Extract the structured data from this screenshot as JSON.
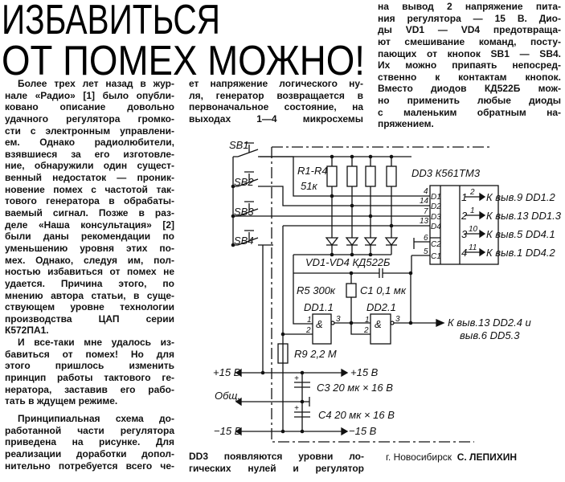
{
  "title": {
    "line1": "ИЗБАВИТЬСЯ",
    "line2": "ОТ ПОМЕХ МОЖНО!"
  },
  "column1": {
    "p1": [
      "Более трех лет назад в жур-",
      "нале «Радио» [1] было опубли-",
      "ковано описание довольно",
      "удачного регулятора громко-",
      "сти с электронным управлени-",
      "ем. Однако радиолюбители,",
      "взявшиеся за его изготовле-",
      "ние, обнаружили один сущест-",
      "венный недостаток — проник-",
      "новение помех с частотой так-",
      "тового генератора в обрабаты-",
      "ваемый сигнал. Позже в раз-",
      "деле «Наша консультация» [2]",
      "были даны рекомендации по",
      "уменьшению уровня этих по-",
      "мех. Однако, следуя им, пол-",
      "ностью избавиться от помех не",
      "удается. Причина этого, по",
      "мнению автора статьи, в суще-",
      "ствующем уровне технологии",
      "производства ЦАП серии",
      "К572ПА1."
    ],
    "p2": [
      "И все-таки мне удалось из-",
      "бавиться от помех! Но для",
      "этого пришлось изменить",
      "принцип работы тактового ге-",
      "нератора, заставив его рабо-",
      "тать в ждущем режиме."
    ],
    "p3": [
      "Принципиальная схема до-",
      "работанной части регулятора",
      "приведена на рисунке. Для",
      "реализации доработки допол-",
      "нительно потребуется всего че-"
    ]
  },
  "column2_top": [
    "ет напряжение логического ну-",
    "ля, генератор возвращается в",
    "первоначальное состояние, на",
    "выходах 1—4 микросхемы"
  ],
  "column2_bottom": [
    "DD3 появляются уровни ло-",
    "гических нулей и регулятор"
  ],
  "column3": [
    "на вывод 2 напряжение пита-",
    "ния регулятора — 15 В. Дио-",
    "ды VD1 — VD4 предотвраща-",
    "ют смешивание команд, посту-",
    "пающих от кнопок SB1 — SB4.",
    "Их можно припаять непосред-",
    "ственно к контактам кнопок.",
    "Вместо диодов КД522Б мож-",
    "но применить любые диоды",
    "с маленьким обратным на-",
    "пряжением."
  ],
  "signature": {
    "city": "г. Новосибирск",
    "author": "С. ЛЕПИХИН"
  },
  "schematic": {
    "switches": [
      "SB1",
      "SB2",
      "SB3",
      "SB4"
    ],
    "resistors_label": "R1-R4",
    "resistors_value": "51к",
    "chip_label": "DD3  К561ТМ3",
    "chip_inputs": [
      "D1",
      "D2",
      "D3",
      "D4",
      "C2",
      "C1"
    ],
    "chip_input_pins": [
      "4",
      "14",
      "7",
      "13",
      "6",
      "5"
    ],
    "chip_outputs": [
      "1",
      "2",
      "3",
      "4"
    ],
    "chip_output_pins": [
      "2",
      "1",
      "10",
      "11"
    ],
    "outputs": [
      "К выв.9 DD1.2",
      "К выв.13 DD1.3",
      "К выв.5 DD4.1",
      "К выв.1 DD4.2"
    ],
    "diodes_label": "VD1-VD4  КД522Б",
    "r5": "R5  300к",
    "c1": "C1  0,1 мк",
    "gate1": "DD1.1",
    "gate2": "DD2.1",
    "gate_symbol": "&",
    "gate_pins": [
      "1",
      "2",
      "3"
    ],
    "gate_output_line1": "К выв.13 DD2.4 и",
    "gate_output_line2": "выв.6 DD5.3",
    "r9": "R9   2,2 М",
    "plus15": "+15 В",
    "common": "Общ.",
    "minus15": "−15 В",
    "c3": "C3   20 мк × 16 В",
    "c4": "C4  20 мк × 16 В",
    "plus_sign": "+"
  }
}
